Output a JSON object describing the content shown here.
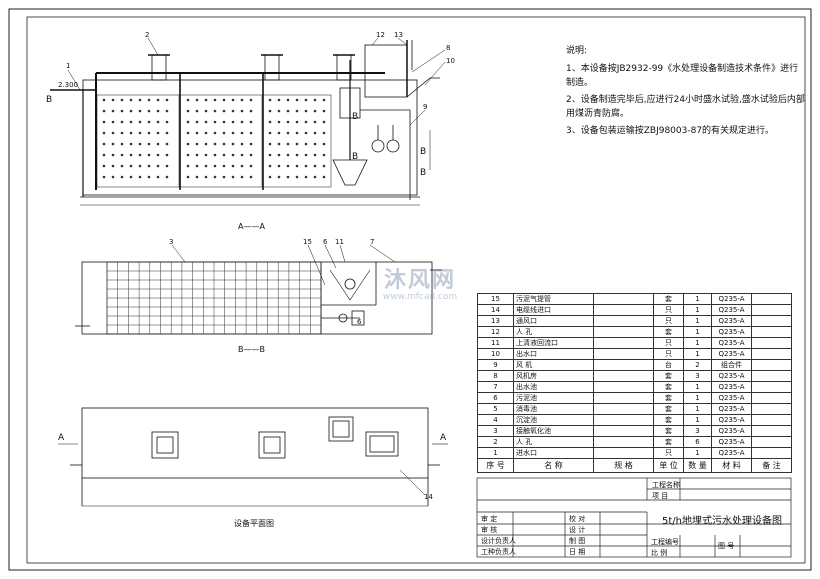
{
  "notes": {
    "title": "说明:",
    "items": [
      "1、本设备按JB2932-99《水处理设备制造技术条件》进行制造。",
      "2、设备制造完毕后,应进行24小时盛水试验,盛水试验后内部用煤沥青防腐。",
      "3、设备包装运输按ZBJ98003-87的有关规定进行。"
    ]
  },
  "sections": {
    "top": "A——A",
    "middle": "B——B",
    "bottom": "设备平面图"
  },
  "markers": {
    "b_left": "B",
    "b_right": "B",
    "b_lower": "B",
    "b_inner1": "B",
    "b_inner2": "B",
    "a_left": "A",
    "a_right": "A",
    "elevation": "2.300"
  },
  "callouts": [
    "1",
    "2",
    "3",
    "6",
    "7",
    "8",
    "9",
    "10",
    "11",
    "12",
    "13",
    "14",
    "15",
    "6",
    "3"
  ],
  "watermark": {
    "brand": "沐风网",
    "url": "www.mfcad.com"
  },
  "bom": {
    "header": [
      "序 号",
      "名  称",
      "规  格",
      "单 位",
      "数 量",
      "材  料",
      "备  注"
    ],
    "rows": [
      [
        "15",
        "污泥气提管",
        "",
        "套",
        "1",
        "Q235-A",
        ""
      ],
      [
        "14",
        "电缆线进口",
        "",
        "只",
        "1",
        "Q235-A",
        ""
      ],
      [
        "13",
        "通风口",
        "",
        "只",
        "1",
        "Q235-A",
        ""
      ],
      [
        "12",
        "人  孔",
        "",
        "套",
        "1",
        "Q235-A",
        ""
      ],
      [
        "11",
        "上清液回流口",
        "",
        "只",
        "1",
        "Q235-A",
        ""
      ],
      [
        "10",
        "出水口",
        "",
        "只",
        "1",
        "Q235-A",
        ""
      ],
      [
        "9",
        "风  机",
        "",
        "台",
        "2",
        "组合件",
        ""
      ],
      [
        "8",
        "风机房",
        "",
        "套",
        "3",
        "Q235-A",
        ""
      ],
      [
        "7",
        "出水池",
        "",
        "套",
        "1",
        "Q235-A",
        ""
      ],
      [
        "6",
        "污泥池",
        "",
        "套",
        "1",
        "Q235-A",
        ""
      ],
      [
        "5",
        "消毒池",
        "",
        "套",
        "1",
        "Q235-A",
        ""
      ],
      [
        "4",
        "沉淀池",
        "",
        "套",
        "1",
        "Q235-A",
        ""
      ],
      [
        "3",
        "接触氧化池",
        "",
        "套",
        "3",
        "Q235-A",
        ""
      ],
      [
        "2",
        "人  孔",
        "",
        "套",
        "6",
        "Q235-A",
        ""
      ],
      [
        "1",
        "进水口",
        "",
        "只",
        "1",
        "Q235-A",
        ""
      ]
    ]
  },
  "title_block": {
    "project_label": "工程名称",
    "item_label": "项  目",
    "drawing_title": "5t/h地埋式污水处理设备图",
    "rows_left": [
      "审  定",
      "审  核",
      "设计负责人",
      "工种负责人"
    ],
    "rows_mid": [
      "校  对",
      "设  计",
      "制  图",
      "日  期"
    ],
    "project_no": "工程编号",
    "scale": "比  例",
    "sheet_no": "图  号"
  }
}
